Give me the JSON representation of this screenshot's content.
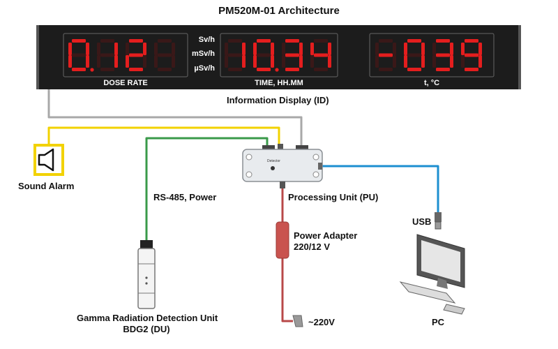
{
  "title": "PM520M-01 Architecture",
  "display": {
    "label": "Information Display (ID)",
    "dose_rate": {
      "value": "0.12",
      "caption": "DOSE RATE",
      "units": [
        "Sv/h",
        "mSv/h",
        "µSv/h"
      ]
    },
    "time": {
      "value": "10.34",
      "caption": "TIME, HH.MM"
    },
    "temperature": {
      "value": "-039",
      "caption": "t, °C"
    }
  },
  "components": {
    "sound_alarm": "Sound Alarm",
    "processing_unit": "Processing Unit (PU)",
    "pu_marking": "Detector",
    "power_adapter": [
      "Power Adapter",
      "220/12 V"
    ],
    "mains": "~220V",
    "detection_unit": [
      "Gamma Radiation Detection Unit",
      "BDG2 (DU)"
    ],
    "pc": "PC"
  },
  "links": {
    "rs485": "RS-485, Power",
    "usb": "USB"
  },
  "colors": {
    "display_bg": "#1c1c1c",
    "segment_on": "#e41e1e",
    "segment_off": "#3a1818",
    "wire_display": "#a8a8a8",
    "wire_alarm": "#f2d200",
    "wire_rs485": "#3a9a4a",
    "wire_usb": "#1d8fd0",
    "wire_power": "#b84848",
    "adapter": "#c9534f"
  }
}
